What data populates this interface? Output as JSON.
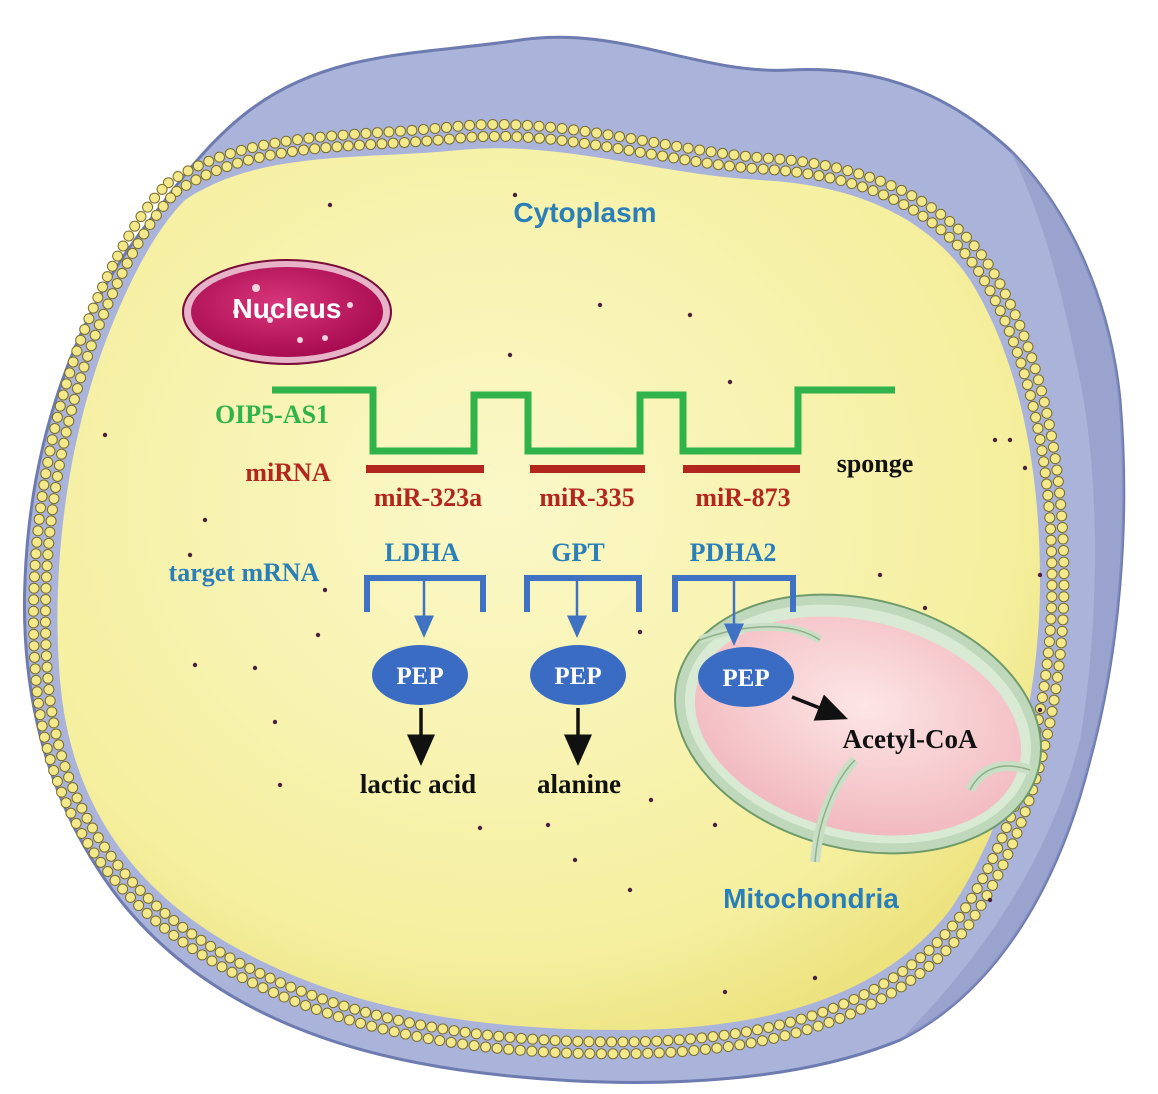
{
  "labels": {
    "cytoplasm": "Cytoplasm",
    "nucleus": "Nucleus",
    "mitochondria": "Mitochondria",
    "lncrna": "OIP5-AS1",
    "mirna": "miRNA",
    "sponge": "sponge",
    "target_mrna": "target mRNA",
    "mirnas": [
      "miR-323a",
      "miR-335",
      "miR-873"
    ],
    "genes": [
      "LDHA",
      "GPT",
      "PDHA2"
    ],
    "pep": "PEP",
    "products": [
      "lactic acid",
      "alanine",
      "Acetyl-CoA"
    ]
  },
  "colors": {
    "cell_fill": "#f7f2a6",
    "cell_outer": "#a9b3d8",
    "membrane_bead": "#f4e98a",
    "nucleus": "#c0125e",
    "lncrna_green": "#2fb34a",
    "mirna_red": "#b3261e",
    "mrna_blue": "#3f72c2",
    "label_blue": "#2a7fb8",
    "pep_fill": "#3b6cc4",
    "mito_fill": "#f6cdd0",
    "mito_membrane": "#c9dfc5"
  }
}
